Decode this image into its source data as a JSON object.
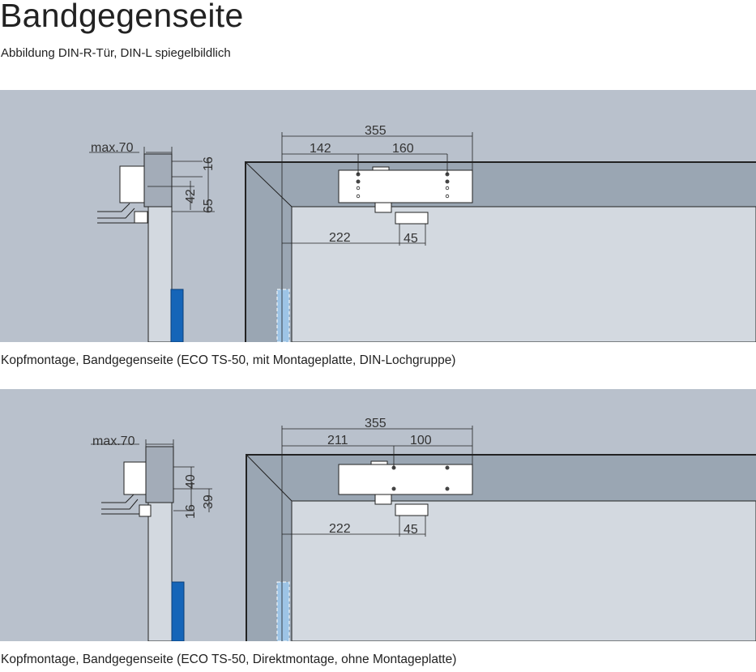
{
  "header": {
    "title": "Bandgegenseite",
    "subtitle": "Abbildung DIN-R-Tür, DIN-L spiegelbildlich"
  },
  "figures": [
    {
      "caption": "Kopfmontage, Bandgegenseite (ECO TS-50, mit Montageplatte, DIN-Lochgruppe)",
      "dims": {
        "max": "max.70",
        "left_a": "16",
        "left_b": "42",
        "left_c": "65",
        "total": "355",
        "seg1": "142",
        "seg2": "160",
        "arm1": "222",
        "arm2": "45"
      }
    },
    {
      "caption": "Kopfmontage, Bandgegenseite (ECO TS-50, Direktmontage, ohne Montageplatte)",
      "dims": {
        "max": "max.70",
        "left_a": "40",
        "left_b": "16",
        "left_c": "39",
        "total": "355",
        "seg1": "211",
        "seg2": "100",
        "arm1": "222",
        "arm2": "45"
      }
    }
  ]
}
